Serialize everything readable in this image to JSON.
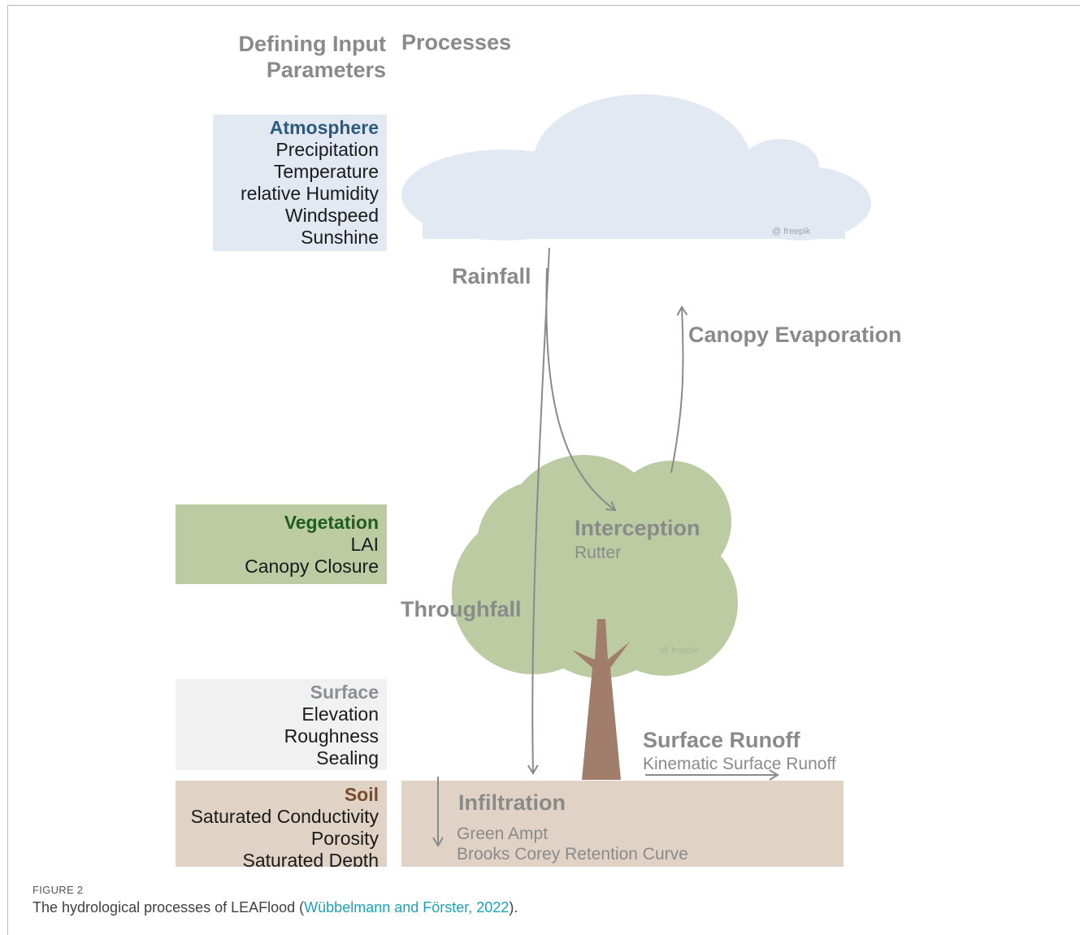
{
  "headers": {
    "input_line1": "Defining Input",
    "input_line2": "Parameters",
    "processes": "Processes"
  },
  "parameter_boxes": {
    "atmosphere": {
      "title": "Atmosphere",
      "title_color": "#2e5b7d",
      "fill": "#e3e9f3",
      "items": [
        "Precipitation",
        "Temperature",
        "relative Humidity",
        "Windspeed",
        "Sunshine"
      ]
    },
    "vegetation": {
      "title": "Vegetation",
      "title_color": "#1f5e1f",
      "fill": "#bccba2",
      "items": [
        "LAI",
        "Canopy Closure"
      ]
    },
    "surface": {
      "title": "Surface",
      "title_color": "#8a9096",
      "fill": "#f1f1f1",
      "items": [
        "Elevation",
        "Roughness",
        "Sealing"
      ]
    },
    "soil": {
      "title": "Soil",
      "title_color": "#7a4a2c",
      "fill": "#e0d3c5",
      "items": [
        "Saturated Conductivity",
        "Porosity",
        "Saturated Depth"
      ]
    }
  },
  "processes": {
    "rainfall": "Rainfall",
    "canopy_evaporation": "Canopy Evaporation",
    "interception": "Interception",
    "interception_method": "Rutter",
    "throughfall": "Throughfall",
    "surface_runoff": "Surface Runoff",
    "surface_runoff_method": "Kinematic Surface Runoff",
    "infiltration": "Infiltration",
    "infiltration_method_1": "Green Ampt",
    "infiltration_method_2": "Brooks Corey Retention Curve"
  },
  "watermarks": {
    "cloud": "@ freepik",
    "tree": "@ freepik"
  },
  "colors": {
    "cloud": "#e3e9f3",
    "tree_crown": "#bccba2",
    "trunk": "#a07e6b",
    "soil": "#e0d3c5",
    "arrow": "#8a8a8a"
  },
  "caption": {
    "label": "FIGURE 2",
    "text_before": "The hydrological processes of LEAFlood (",
    "reference": "Wübbelmann and Förster, 2022",
    "text_after": ")."
  }
}
